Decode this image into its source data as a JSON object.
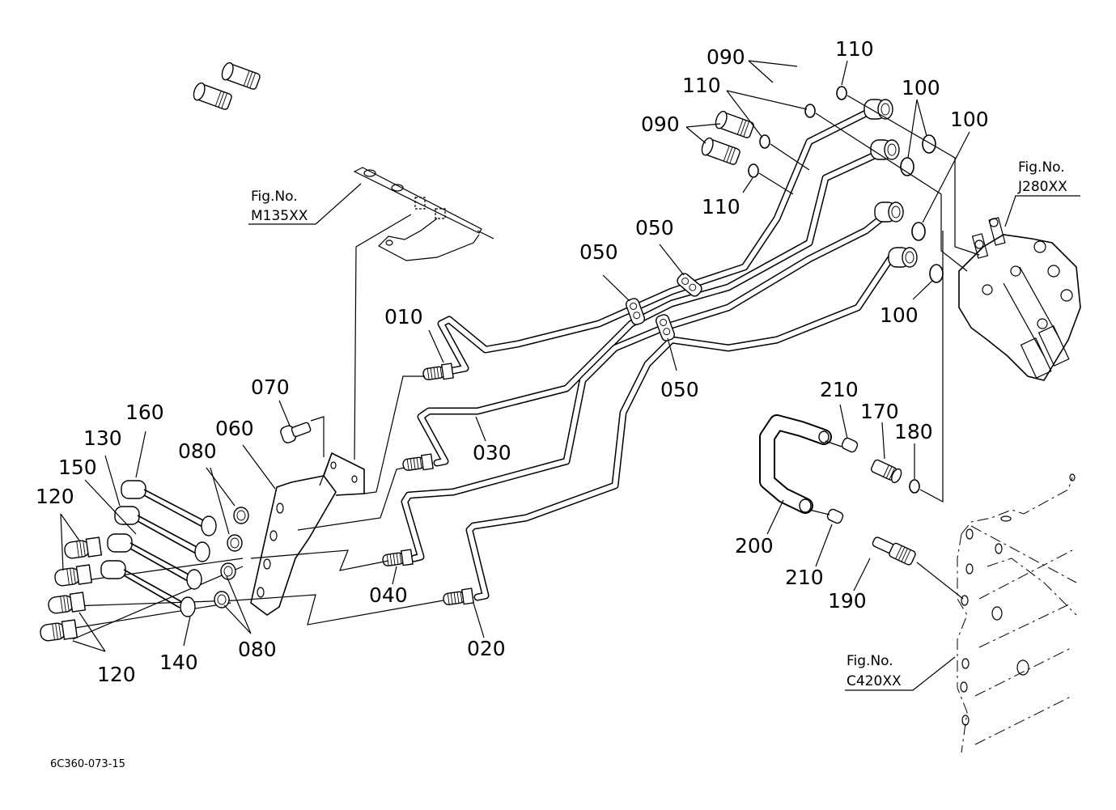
{
  "diagram": {
    "type": "exploded-parts-diagram",
    "drawing_code": "6C360-073-15",
    "figure_references": [
      {
        "id": "M135XX",
        "prefix": "Fig.No.",
        "code": "M135XX"
      },
      {
        "id": "J280XX",
        "prefix": "Fig.No.",
        "code": "J280XX"
      },
      {
        "id": "C420XX",
        "prefix": "Fig.No.",
        "code": "C420XX"
      }
    ],
    "callouts": [
      {
        "label": "010"
      },
      {
        "label": "020"
      },
      {
        "label": "030"
      },
      {
        "label": "040"
      },
      {
        "label": "050"
      },
      {
        "label": "050"
      },
      {
        "label": "050"
      },
      {
        "label": "060"
      },
      {
        "label": "070"
      },
      {
        "label": "080"
      },
      {
        "label": "080"
      },
      {
        "label": "090"
      },
      {
        "label": "090"
      },
      {
        "label": "100"
      },
      {
        "label": "100"
      },
      {
        "label": "100"
      },
      {
        "label": "110"
      },
      {
        "label": "110"
      },
      {
        "label": "110"
      },
      {
        "label": "120"
      },
      {
        "label": "120"
      },
      {
        "label": "130"
      },
      {
        "label": "140"
      },
      {
        "label": "150"
      },
      {
        "label": "160"
      },
      {
        "label": "170"
      },
      {
        "label": "180"
      },
      {
        "label": "190"
      },
      {
        "label": "200"
      },
      {
        "label": "210"
      },
      {
        "label": "210"
      }
    ]
  }
}
